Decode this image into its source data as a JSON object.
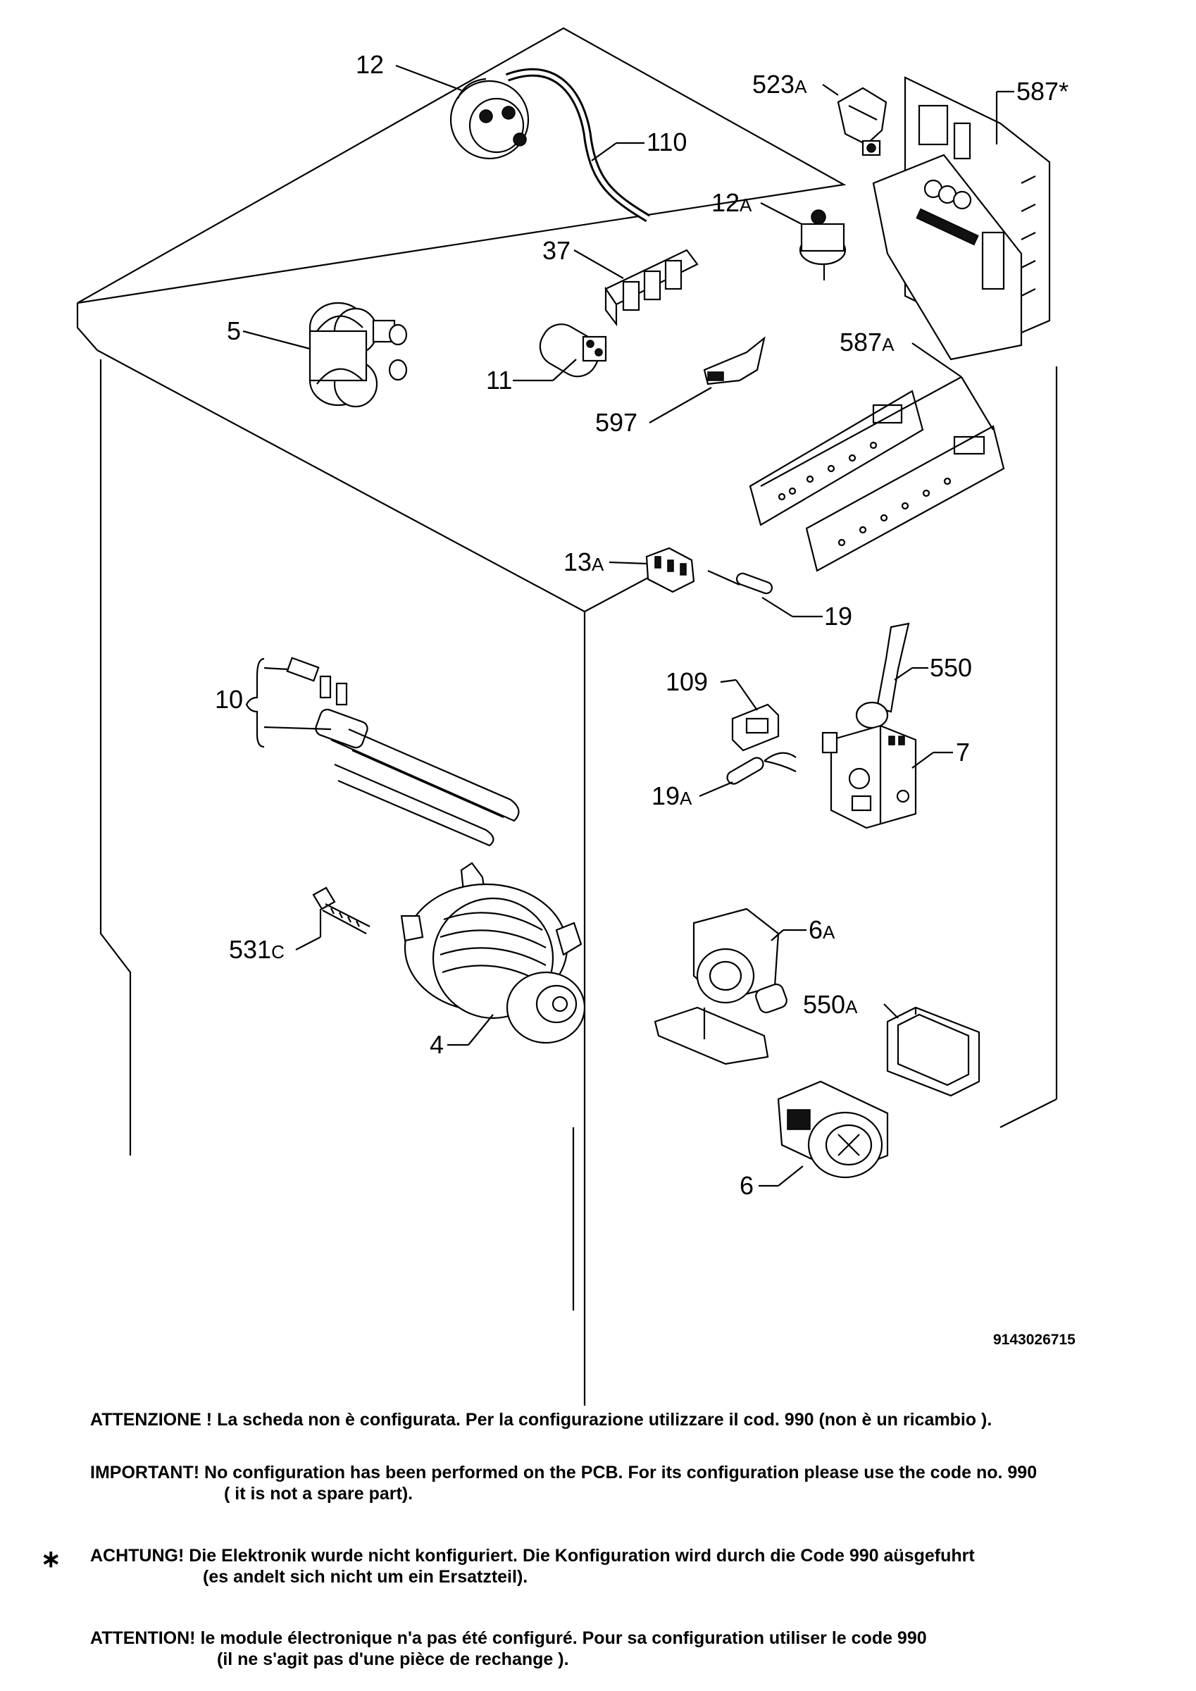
{
  "labels": {
    "p12": "12",
    "p110": "110",
    "p523a_num": "523",
    "p523a_suf": "A",
    "p587_num": "587",
    "p587_star": "*",
    "p12a_num": "12",
    "p12a_suf": "A",
    "p37": "37",
    "p5": "5",
    "p11": "11",
    "p597": "597",
    "p587a_num": "587",
    "p587a_suf": "A",
    "p13a_num": "13",
    "p13a_suf": "A",
    "p19": "19",
    "p10": "10",
    "p109": "109",
    "p550": "550",
    "p7": "7",
    "p19a_num": "19",
    "p19a_suf": "A",
    "p531c_num": "531",
    "p531c_suf": "C",
    "p6a_num": "6",
    "p6a_suf": "A",
    "p550a_num": "550",
    "p550a_suf": "A",
    "p4": "4",
    "p6": "6"
  },
  "drawing_code": "9143026715",
  "notes": {
    "it": "ATTENZIONE ! La scheda non è configurata. Per la configurazione utilizzare il cod. 990 (non è un ricambio ).",
    "en_1": "IMPORTANT! No configuration has been performed on the PCB. For its configuration please use the code no. 990",
    "en_2": "( it is not a spare part).",
    "star": "∗",
    "de_1": "ACHTUNG! Die Elektronik wurde nicht konfiguriert. Die Konfiguration wird durch die Code 990 aüsgefuhrt",
    "de_2": "(es andelt sich nicht um ein Ersatzteil).",
    "fr_1": "ATTENTION! le module électronique n'a pas été configuré. Pour  sa configuration utiliser le code 990",
    "fr_2": "(il ne s'agit pas d'une pièce de rechange )."
  }
}
